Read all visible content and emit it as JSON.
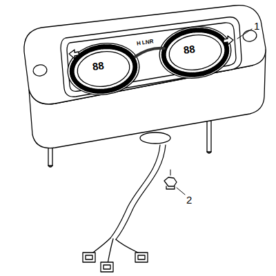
{
  "diagram": {
    "labels": [
      "1",
      "2",
      "H LNR",
      "88",
      "88"
    ]
  }
}
